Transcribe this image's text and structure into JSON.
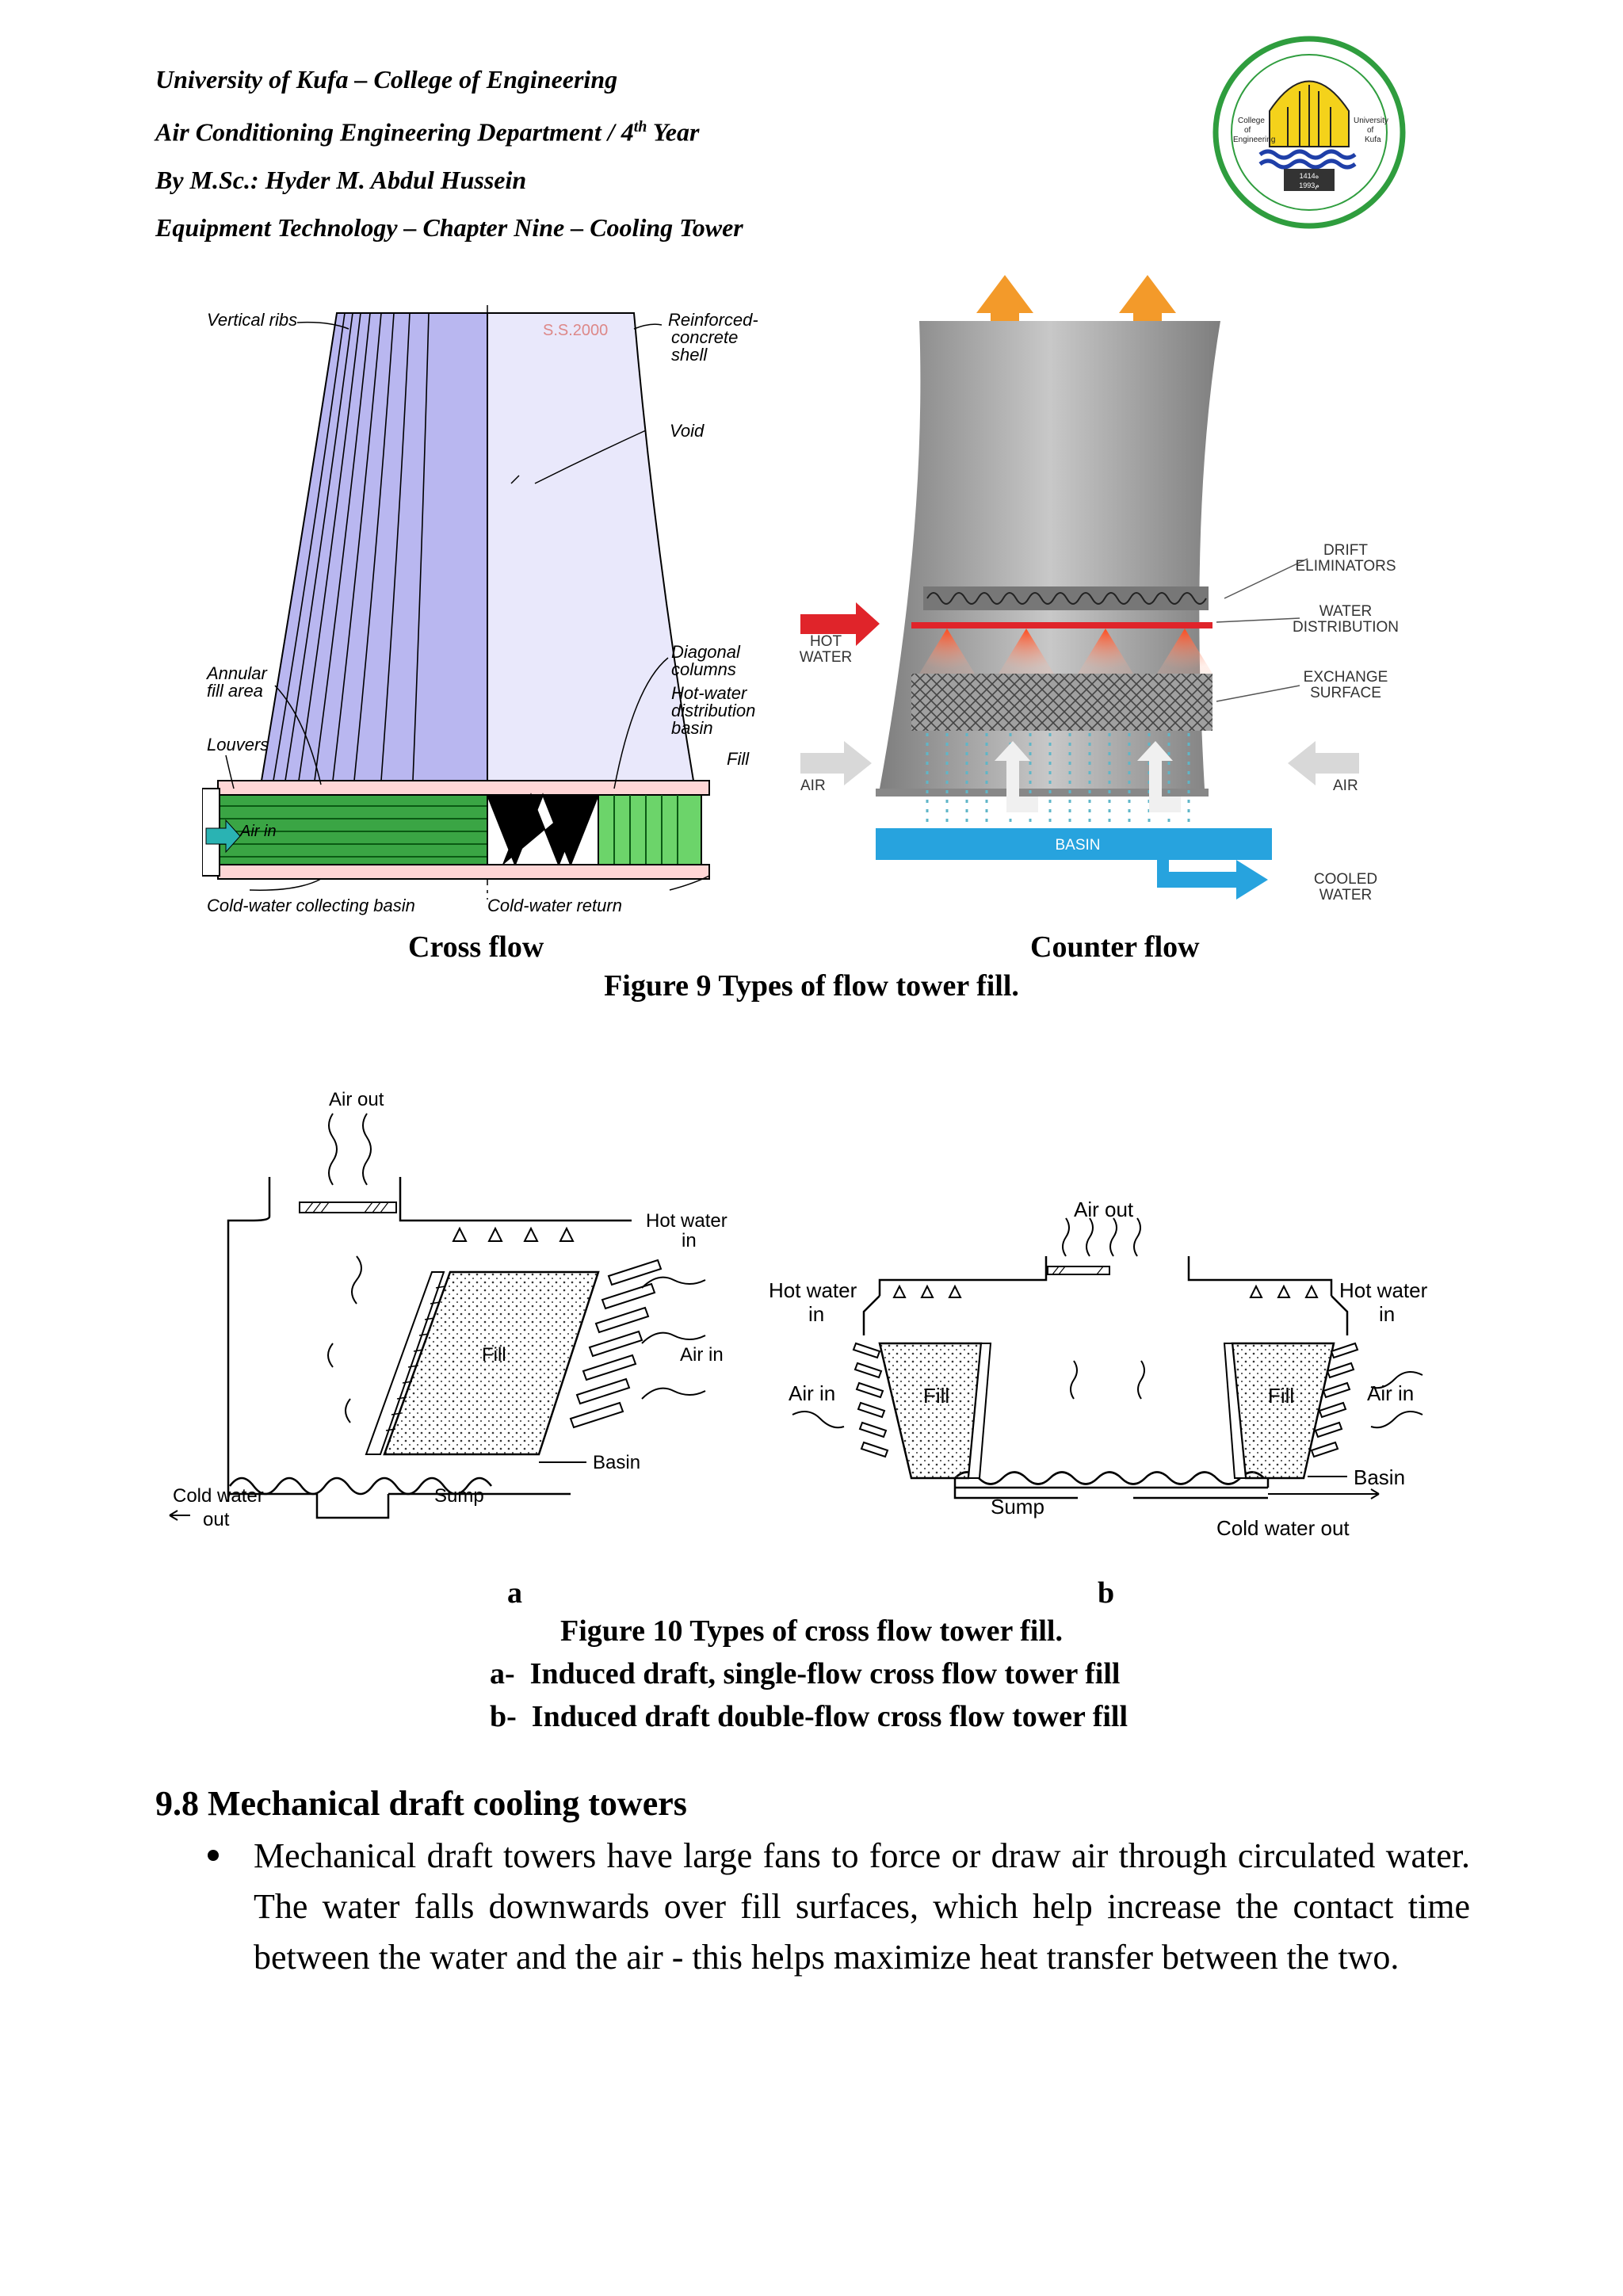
{
  "header": {
    "line1": "University of Kufa – College of Engineering",
    "line2_pre": "Air Conditioning Engineering Department / 4",
    "line2_sup": "th",
    "line2_post": " Year",
    "line3": "By M.Sc.: Hyder M. Abdul Hussein",
    "line4": "Equipment Technology – Chapter Nine – Cooling Tower"
  },
  "logo": {
    "left_text": "College of Engineering",
    "right_text": "University of Kufa",
    "year1": "ه1414",
    "year2": "م1993"
  },
  "figure9": {
    "crossflow": {
      "watermark": "S.S.2000",
      "labels": {
        "vertical_ribs": "Vertical ribs",
        "reinforced": "Reinforced-",
        "concrete": "concrete",
        "shell": "shell",
        "void": "Void",
        "diagonal": "Diagonal",
        "columns": "columns",
        "hotwater": "Hot-water",
        "distribution": "distribution",
        "basin": "basin",
        "annular": "Annular",
        "fillarea": "fill area",
        "louvers": "Louvers",
        "fill": "Fill",
        "airin": "Air in",
        "coldbasin": "Cold-water collecting basin",
        "coldreturn": "Cold-water return"
      }
    },
    "counterflow": {
      "labels": {
        "drift1": "DRIFT",
        "drift2": "ELIMINATORS",
        "water1": "WATER",
        "water2": "DISTRIBUTION",
        "exch1": "EXCHANGE",
        "exch2": "SURFACE",
        "hot1": "HOT",
        "hot2": "WATER",
        "air_left": "AIR",
        "air_right": "AIR",
        "basin": "BASIN",
        "cooled1": "COOLED",
        "cooled2": "WATER"
      }
    },
    "sub_left": "Cross flow",
    "sub_right": "Counter flow",
    "caption": "Figure 9 Types of flow tower fill."
  },
  "figure10": {
    "a": {
      "air_out": "Air out",
      "hot_water": "Hot water",
      "hot_in": "in",
      "fill": "Fill",
      "air_in": "Air in",
      "basin": "Basin",
      "sump": "Sump",
      "cold_water": "Cold water",
      "cold_out": "out"
    },
    "b": {
      "air_out": "Air out",
      "hot_water_left": "Hot water",
      "in_left": "in",
      "hot_water_right": "Hot water",
      "in_right": "in",
      "air_in_left": "Air in",
      "air_in_right": "Air in",
      "fill_left": "Fill",
      "fill_right": "Fill",
      "basin": "Basin",
      "sump": "Sump",
      "cold_water_out": "Cold water out"
    },
    "label_a": "a",
    "label_b": "b",
    "caption": "Figure 10 Types of cross flow tower fill.",
    "item_a_prefix": "a-",
    "item_a": "Induced draft, single-flow cross flow tower fill",
    "item_b_prefix": "b-",
    "item_b": "Induced draft double-flow cross flow tower fill"
  },
  "section": {
    "heading": "9.8 Mechanical draft cooling towers",
    "bullet": "Mechanical draft towers have large fans to force or draw air through circulated water. The water falls downwards over fill surfaces, which help increase the contact time between the water and the air - this helps maximize heat transfer between the two."
  },
  "colors": {
    "tower_blue": "#b9b7f0",
    "fill_green": "#2e9a3a",
    "counter_gray": "#9a9a9a",
    "hot_red": "#e0242a",
    "arrow_orange": "#f39a2a",
    "basin_blue": "#27a3de",
    "logo_green": "#2f9d3e",
    "logo_yellow": "#f4d21b"
  }
}
